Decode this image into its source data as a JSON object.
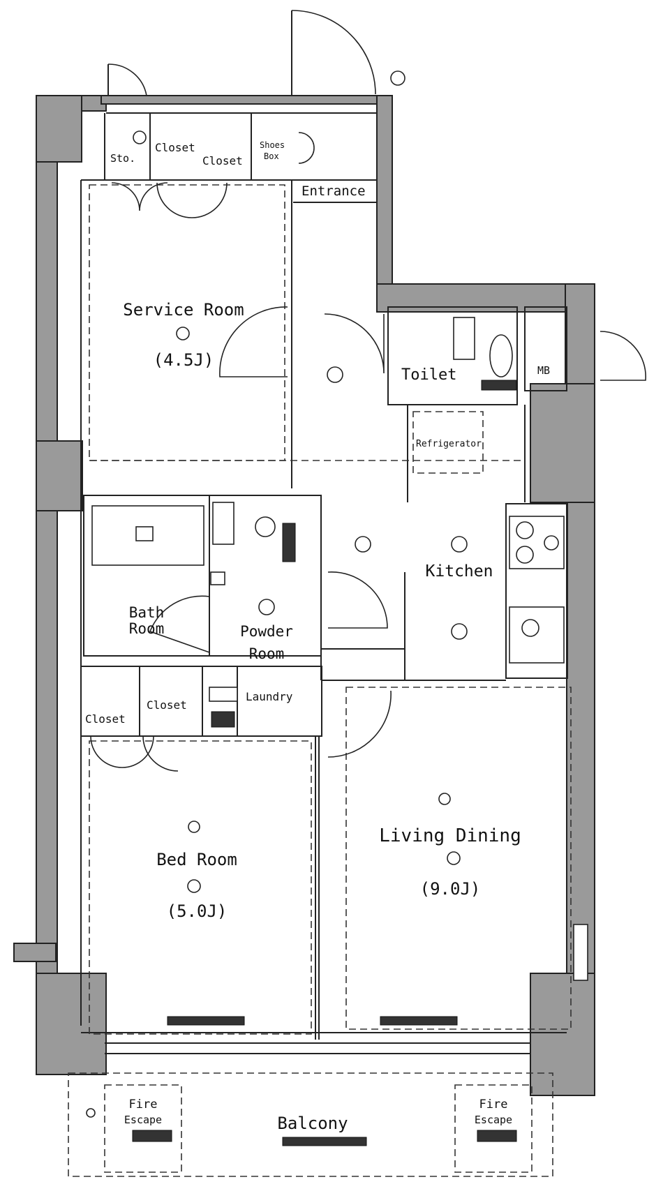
{
  "rooms": {
    "storage": "Sto.",
    "closet_1": "Closet",
    "closet_2": "Closet",
    "shoe_box_line1": "Shoes",
    "shoe_box_line2": "Box",
    "entrance": "Entrance",
    "service_room": {
      "name": "Service Room",
      "size": "(4.5J)"
    },
    "toilet": "Toilet",
    "mb": "MB",
    "refrigerator": "Refrigerator",
    "kitchen": "Kitchen",
    "bath_room_line1": "Bath",
    "bath_room_line2": "Room",
    "powder_room_line1": "Powder",
    "powder_room_line2": "Room",
    "closet_3": "Closet",
    "closet_4": "Closet",
    "laundry": "Laundry",
    "bed_room": {
      "name": "Bed Room",
      "size": "(5.0J)"
    },
    "living_dining": {
      "name": "Living Dining",
      "size": "(9.0J)"
    },
    "fire_escape_left_line1": "Fire",
    "fire_escape_left_line2": "Escape",
    "fire_escape_right_line1": "Fire",
    "fire_escape_right_line2": "Escape",
    "balcony": "Balcony"
  }
}
